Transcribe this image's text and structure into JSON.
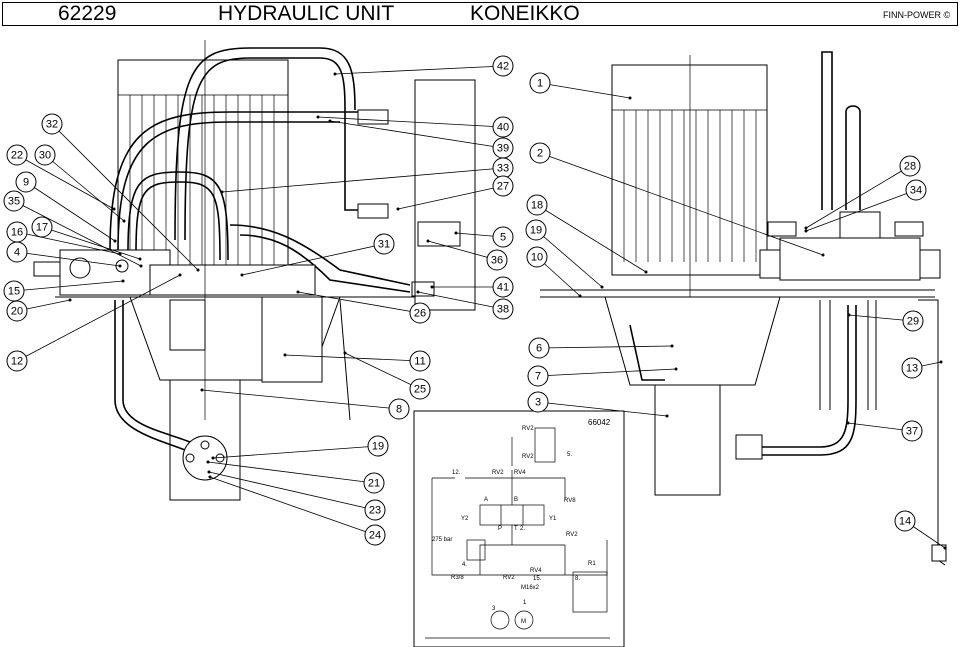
{
  "header": {
    "part_number": "62229",
    "title": "HYDRAULIC UNIT",
    "title_fi": "KONEIKKO",
    "copyright": "FINN-POWER ©"
  },
  "schematic": {
    "number": "66042",
    "labels": [
      "RV2",
      "RV2",
      "5.",
      "12.",
      "RV2",
      "RV4",
      "A",
      "B",
      "RV8",
      "Y2",
      "Y1",
      "P",
      "T",
      "2.",
      "RV2",
      "275 bar",
      "4.",
      "R3/8",
      "RV2",
      "RV4",
      "15.",
      "M16x2",
      "R1",
      "8.",
      "3",
      "1",
      "M"
    ]
  },
  "callouts": [
    {
      "id": "42"
    },
    {
      "id": "40"
    },
    {
      "id": "39"
    },
    {
      "id": "33"
    },
    {
      "id": "27"
    },
    {
      "id": "5"
    },
    {
      "id": "36"
    },
    {
      "id": "41"
    },
    {
      "id": "38"
    },
    {
      "id": "31"
    },
    {
      "id": "32"
    },
    {
      "id": "22"
    },
    {
      "id": "30"
    },
    {
      "id": "9"
    },
    {
      "id": "35"
    },
    {
      "id": "16"
    },
    {
      "id": "17"
    },
    {
      "id": "4"
    },
    {
      "id": "15"
    },
    {
      "id": "20"
    },
    {
      "id": "12"
    },
    {
      "id": "26"
    },
    {
      "id": "11"
    },
    {
      "id": "25"
    },
    {
      "id": "8"
    },
    {
      "id": "19"
    },
    {
      "id": "21"
    },
    {
      "id": "23"
    },
    {
      "id": "24"
    },
    {
      "id": "1"
    },
    {
      "id": "2"
    },
    {
      "id": "28"
    },
    {
      "id": "34"
    },
    {
      "id": "18"
    },
    {
      "id": "19"
    },
    {
      "id": "10"
    },
    {
      "id": "29"
    },
    {
      "id": "6"
    },
    {
      "id": "7"
    },
    {
      "id": "13"
    },
    {
      "id": "3"
    },
    {
      "id": "37"
    },
    {
      "id": "14"
    }
  ]
}
